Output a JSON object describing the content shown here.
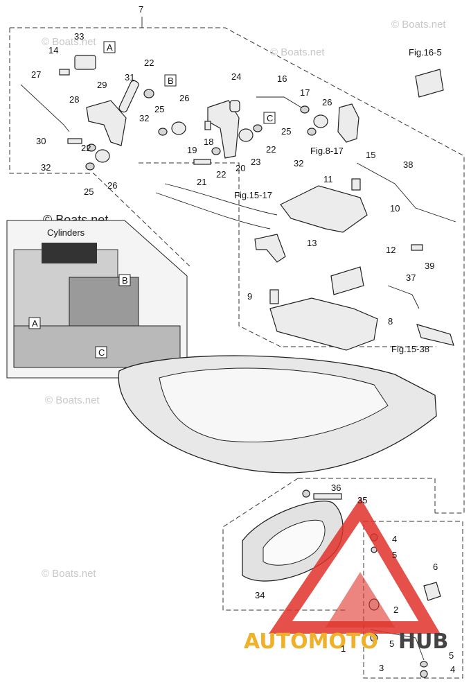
{
  "diagram": {
    "group_label": "7",
    "callouts": [
      "1",
      "2",
      "3",
      "4",
      "5",
      "6",
      "8",
      "9",
      "10",
      "11",
      "12",
      "13",
      "14",
      "15",
      "16",
      "17",
      "18",
      "19",
      "20",
      "21",
      "22",
      "23",
      "24",
      "25",
      "26",
      "27",
      "28",
      "29",
      "30",
      "31",
      "32",
      "33",
      "34",
      "35",
      "36",
      "37",
      "38",
      "39"
    ],
    "refs": {
      "fig_16_5": "Fig.16-5",
      "fig_8_17": "Fig.8-17",
      "fig_15_17": "Fig.15-17",
      "fig_15_38": "Fig.15-38"
    },
    "boxed_letters": {
      "a": "A",
      "b": "B",
      "c": "C"
    },
    "inset": {
      "label": "Cylinders",
      "box_a": "A",
      "box_b": "B",
      "box_c": "C"
    }
  },
  "watermark": {
    "text": "© Boats.net",
    "brand_left": "AUTOMOTO",
    "brand_right": "HUB"
  },
  "colors": {
    "brand_orange": "#f0b12a",
    "brand_gray": "#444444",
    "logo_red": "#e0332a"
  }
}
